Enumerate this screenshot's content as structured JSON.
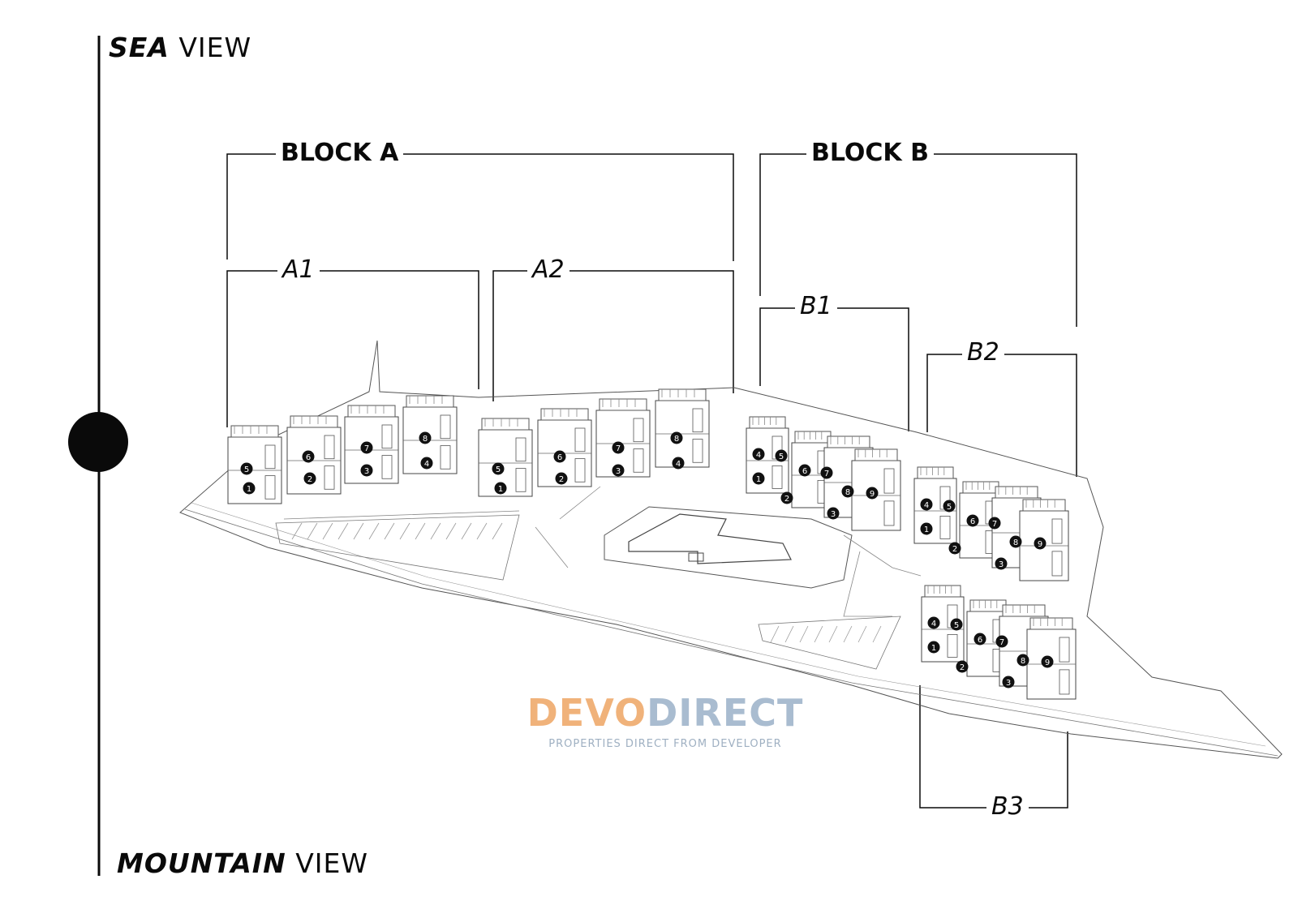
{
  "orientation": {
    "top": {
      "strong": "SEA",
      "light": "VIEW"
    },
    "bottom": {
      "strong": "MOUNTAIN",
      "light": "VIEW"
    }
  },
  "blocks": [
    {
      "title": "BLOCK A",
      "sections": [
        "A1",
        "A2"
      ]
    },
    {
      "title": "BLOCK B",
      "sections": [
        "B1",
        "B2",
        "B3"
      ]
    }
  ],
  "buildings": [
    {
      "name": "A1",
      "units": [
        "1",
        "2",
        "3",
        "4",
        "5",
        "6",
        "7",
        "8"
      ]
    },
    {
      "name": "A2",
      "units": [
        "1",
        "2",
        "3",
        "4",
        "5",
        "6",
        "7",
        "8"
      ]
    },
    {
      "name": "B1",
      "units": [
        "1",
        "2",
        "3",
        "4",
        "5",
        "6",
        "7",
        "8",
        "9"
      ]
    },
    {
      "name": "B2",
      "units": [
        "1",
        "2",
        "3",
        "4",
        "5",
        "6",
        "7",
        "8",
        "9"
      ]
    },
    {
      "name": "B3",
      "units": [
        "1",
        "2",
        "3",
        "4",
        "5",
        "6",
        "7",
        "8",
        "9"
      ]
    }
  ],
  "logo": {
    "word1": "DEVO",
    "word2": "DIRECT",
    "tagline": "PROPERTIES DIRECT FROM DEVELOPER"
  },
  "colors": {
    "ink": "#0a0a0a",
    "line": "#555555",
    "logo_orange": "#f0b27a",
    "logo_blue": "#a9bcd0"
  }
}
